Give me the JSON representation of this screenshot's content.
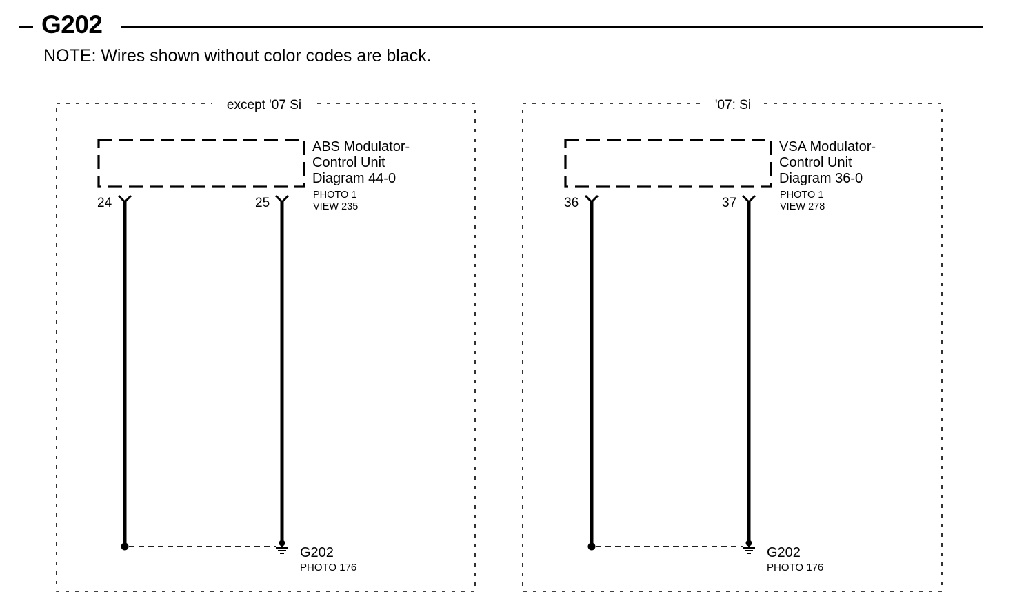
{
  "header": {
    "title": "G202",
    "note": "NOTE: Wires shown without color codes are black."
  },
  "panels": [
    {
      "label": "except '07 Si",
      "component_lines": [
        "ABS Modulator-",
        "Control Unit",
        "Diagram 44-0"
      ],
      "photo": "PHOTO 1",
      "view": "VIEW 235",
      "pins": [
        "24",
        "25"
      ],
      "ground_name": "G202",
      "ground_photo": "PHOTO 176"
    },
    {
      "label": "'07: Si",
      "component_lines": [
        "VSA Modulator-",
        "Control Unit",
        "Diagram 36-0"
      ],
      "photo": "PHOTO 1",
      "view": "VIEW 278",
      "pins": [
        "36",
        "37"
      ],
      "ground_name": "G202",
      "ground_photo": "PHOTO 176"
    }
  ]
}
